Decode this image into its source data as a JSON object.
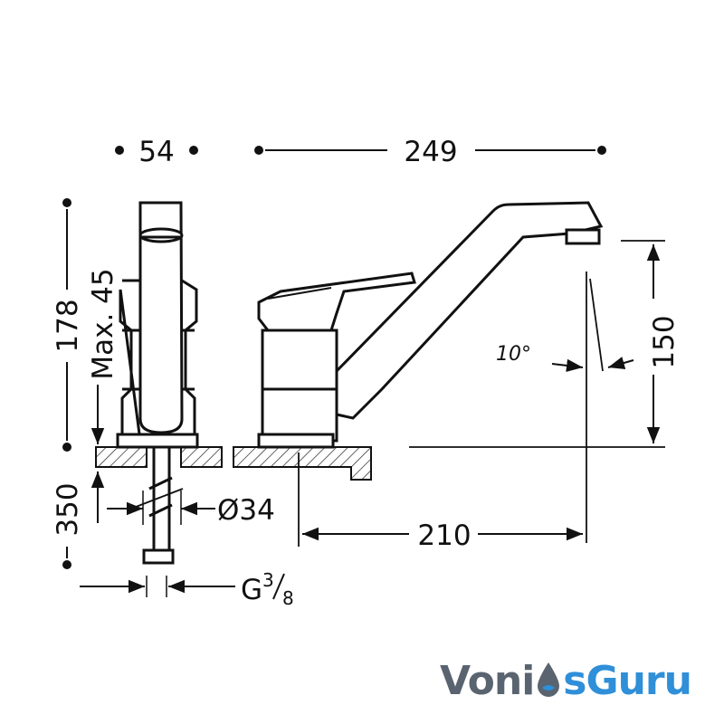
{
  "dimensions": {
    "width_side": "54",
    "length_total": "249",
    "height_total": "178",
    "max_thickness": "Max. 45",
    "spout_height": "150",
    "spout_reach": "210",
    "hole_diameter": "Ø34",
    "hose_depth": "350",
    "angle": "10°",
    "thread": "G",
    "thread_num": "3",
    "thread_den": "8"
  },
  "logo": {
    "part_a": "Voni",
    "part_b": "s",
    "part_c": "Guru",
    "drop_icon": "water-drop-icon",
    "color_gray": "#5a6470",
    "color_blue": "#2f8fd8"
  }
}
